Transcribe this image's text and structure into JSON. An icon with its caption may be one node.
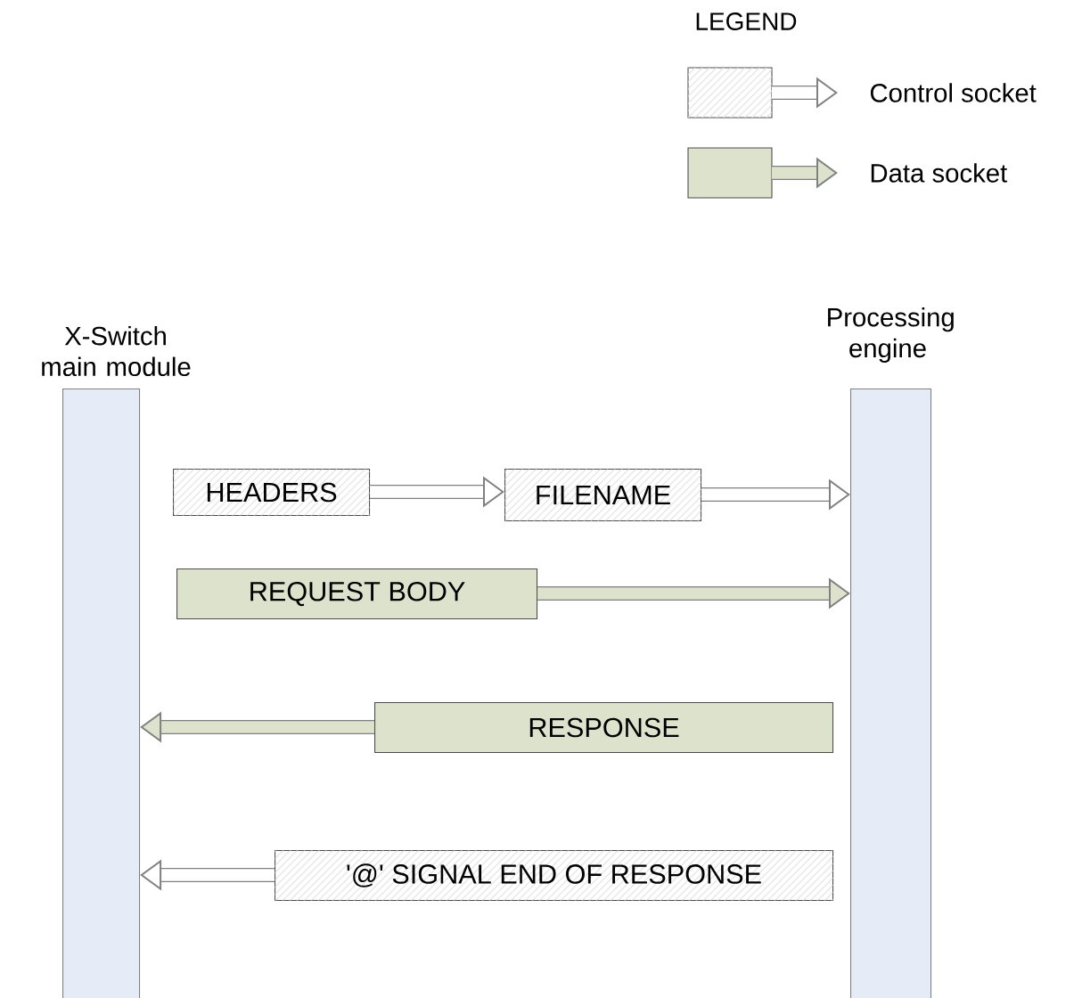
{
  "diagram": {
    "nodes": [
      {
        "text": [
          "X-Switch main module"
        ]
      },
      {
        "text": [
          "Processing engine"
        ]
      },
      {
        "text": [
          "HEADERS"
        ]
      },
      {
        "text": [
          "FILENAME"
        ]
      },
      {
        "text": [
          "REQUEST BODY"
        ]
      },
      {
        "text": [
          "RESPONSE"
        ]
      },
      {
        "text": [
          "'@' SIGNAL END OF RESPONSE"
        ]
      }
    ],
    "edges": [
      {
        "from": 2,
        "to": 3,
        "arrow": "to"
      },
      {
        "from": 3,
        "to": 1,
        "arrow": "to"
      },
      {
        "from": 4,
        "to": 1,
        "arrow": "to"
      },
      {
        "from": 5,
        "to": 0,
        "arrow": "to"
      },
      {
        "from": 6,
        "to": 0,
        "arrow": "to"
      }
    ],
    "labels": [
      "LEGEND"
    ],
    "legend": [
      {
        "text": "Control socket"
      },
      {
        "text": "Data socket",
        "color": "#dde2cc"
      }
    ]
  }
}
